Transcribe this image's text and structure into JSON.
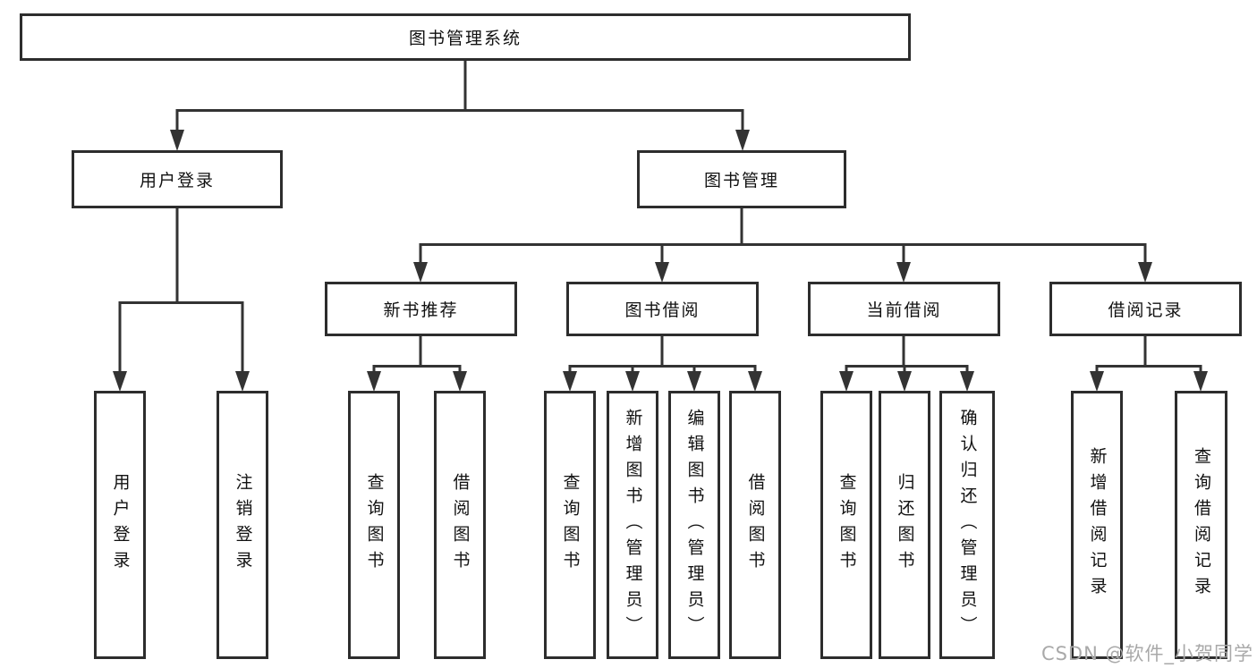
{
  "diagram": {
    "root": {
      "label": "图书管理系统"
    },
    "level2": [
      {
        "id": "user-login",
        "label": "用户登录"
      },
      {
        "id": "book-management",
        "label": "图书管理"
      }
    ],
    "level3": [
      {
        "id": "new-book-recommend",
        "label": "新书推荐",
        "parent": "图书管理"
      },
      {
        "id": "book-borrow",
        "label": "图书借阅",
        "parent": "图书管理"
      },
      {
        "id": "current-borrow",
        "label": "当前借阅",
        "parent": "图书管理"
      },
      {
        "id": "borrow-records",
        "label": "借阅记录",
        "parent": "图书管理"
      }
    ],
    "leaves": [
      {
        "label": "用户登录",
        "parent": "用户登录"
      },
      {
        "label": "注销登录",
        "parent": "用户登录"
      },
      {
        "label": "查询图书",
        "parent": "新书推荐"
      },
      {
        "label": "借阅图书",
        "parent": "新书推荐"
      },
      {
        "label": "查询图书",
        "parent": "图书借阅"
      },
      {
        "label": "新增图书（管理员）",
        "parent": "图书借阅"
      },
      {
        "label": "编辑图书（管理员）",
        "parent": "图书借阅"
      },
      {
        "label": "借阅图书",
        "parent": "图书借阅"
      },
      {
        "label": "查询图书",
        "parent": "当前借阅"
      },
      {
        "label": "归还图书",
        "parent": "当前借阅"
      },
      {
        "label": "确认归还（管理员）",
        "parent": "当前借阅"
      },
      {
        "label": "新增借阅记录",
        "parent": "借阅记录"
      },
      {
        "label": "查询借阅记录",
        "parent": "借阅记录"
      }
    ]
  },
  "watermark": "CSDN @软件_小贺同学",
  "colors": {
    "line": "#333333",
    "box_border": "#2d2d2d",
    "text": "#111111",
    "watermark": "#a9a9a9",
    "background": "#ffffff"
  }
}
